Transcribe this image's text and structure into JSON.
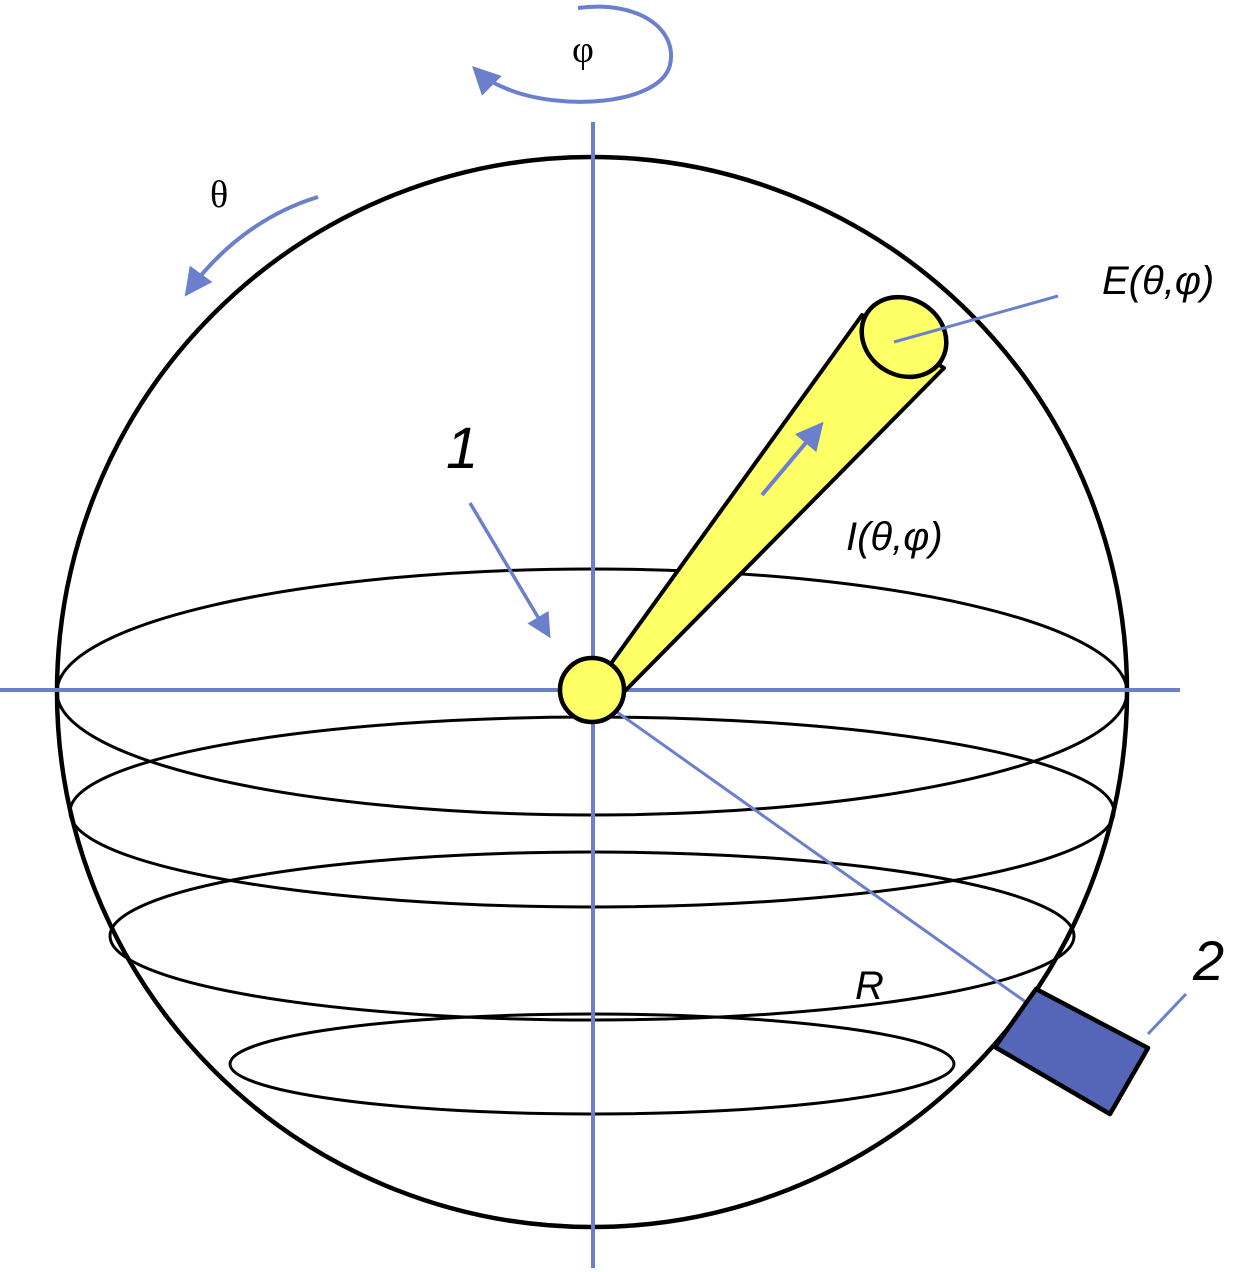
{
  "colors": {
    "outline": "#000000",
    "axis": "#6b80cc",
    "source_fill": "#ffff66",
    "beam_fill": "#ffff66",
    "detector_fill": "#5566b8",
    "background": "#ffffff"
  },
  "labels": {
    "phi_rotation": "φ",
    "theta_rotation": "θ",
    "source_number": "1",
    "detector_number": "2",
    "illuminance": "E(θ,φ)",
    "intensity": "I(θ,φ)",
    "radius": "R"
  },
  "icons": {
    "phi_arrow": "curved-arrow-icon",
    "theta_arrow": "curved-arrow-icon",
    "beam_arrow": "arrow-icon",
    "source_pointer": "arrow-icon"
  }
}
